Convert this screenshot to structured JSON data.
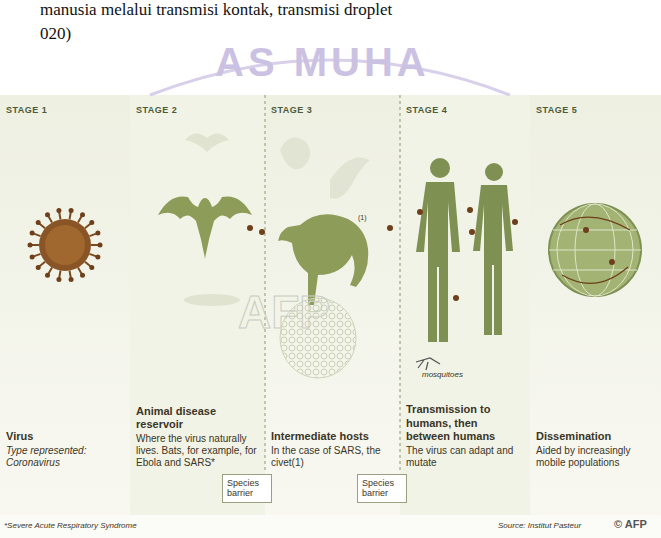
{
  "diagram": {
    "nodes": [
      {
        "text": [
          "STAGE 1",
          "Virus",
          "Type represented: Coronavirus"
        ]
      },
      {
        "text": [
          "STAGE 2",
          "Animal disease reservoir",
          "Where the virus naturally lives. Bats, for example, for Ebola and SARS*"
        ]
      },
      {
        "text": [
          "STAGE 3",
          "Intermediate hosts",
          "In the case of SARS, the civet(1)"
        ]
      },
      {
        "text": [
          "STAGE 4",
          "Transmission to humans, then between humans",
          "The virus can adapt and mutate"
        ]
      },
      {
        "text": [
          "STAGE 5",
          "Dissemination",
          "Aided by increasingly mobile populations"
        ]
      },
      {
        "text": [
          "Species barrier"
        ]
      },
      {
        "text": [
          "Species barrier"
        ]
      }
    ],
    "labels": [
      "manusia melalui transmisi kontak, transmisi droplet",
      "020)",
      "AS MUHA",
      "AFP",
      "(1)",
      "mosquitoes",
      "*Severe Acute Respiratory Syndrome",
      "Source: Institut Pasteur",
      "© AFP"
    ]
  }
}
